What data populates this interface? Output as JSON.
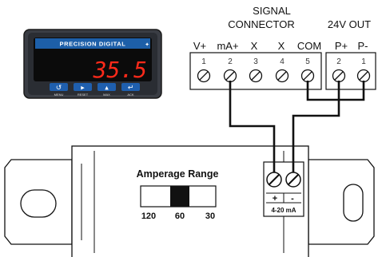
{
  "meter": {
    "brand": "PRECISION DIGITAL",
    "brand_mark": "✦",
    "reading": "35.5",
    "buttons": [
      {
        "label": "MENU",
        "icon": "menu-loop-icon",
        "glyph": "↺"
      },
      {
        "label": "RESET",
        "icon": "right-arrow-icon",
        "glyph": "▸"
      },
      {
        "label": "MAX",
        "icon": "up-arrow-icon",
        "glyph": "▴"
      },
      {
        "label": "ACK",
        "icon": "enter-return-icon",
        "glyph": "↵"
      }
    ],
    "colors": {
      "bezel": "#2a2d33",
      "screen": "#0b0b0b",
      "brand_bar": "#1d5fa8",
      "digits": "#ff2a1a",
      "button": "#1f5fae"
    }
  },
  "signal_connector": {
    "title_line1": "SIGNAL",
    "title_line2": "CONNECTOR",
    "terminals": [
      {
        "label": "V+",
        "number": "1"
      },
      {
        "label": "mA+",
        "number": "2"
      },
      {
        "label": "X",
        "number": "3"
      },
      {
        "label": "X",
        "number": "4"
      },
      {
        "label": "COM",
        "number": "5"
      }
    ]
  },
  "power_out": {
    "title": "24V OUT",
    "terminals": [
      {
        "label": "P+",
        "number": "2"
      },
      {
        "label": "P-",
        "number": "1"
      }
    ]
  },
  "sensor": {
    "range_title": "Amperage Range",
    "range_positions": [
      "120",
      "60",
      "30"
    ],
    "selected_position": "60",
    "output_terminal": {
      "plus": "+",
      "minus": "-",
      "label": "4-20 mA"
    }
  }
}
